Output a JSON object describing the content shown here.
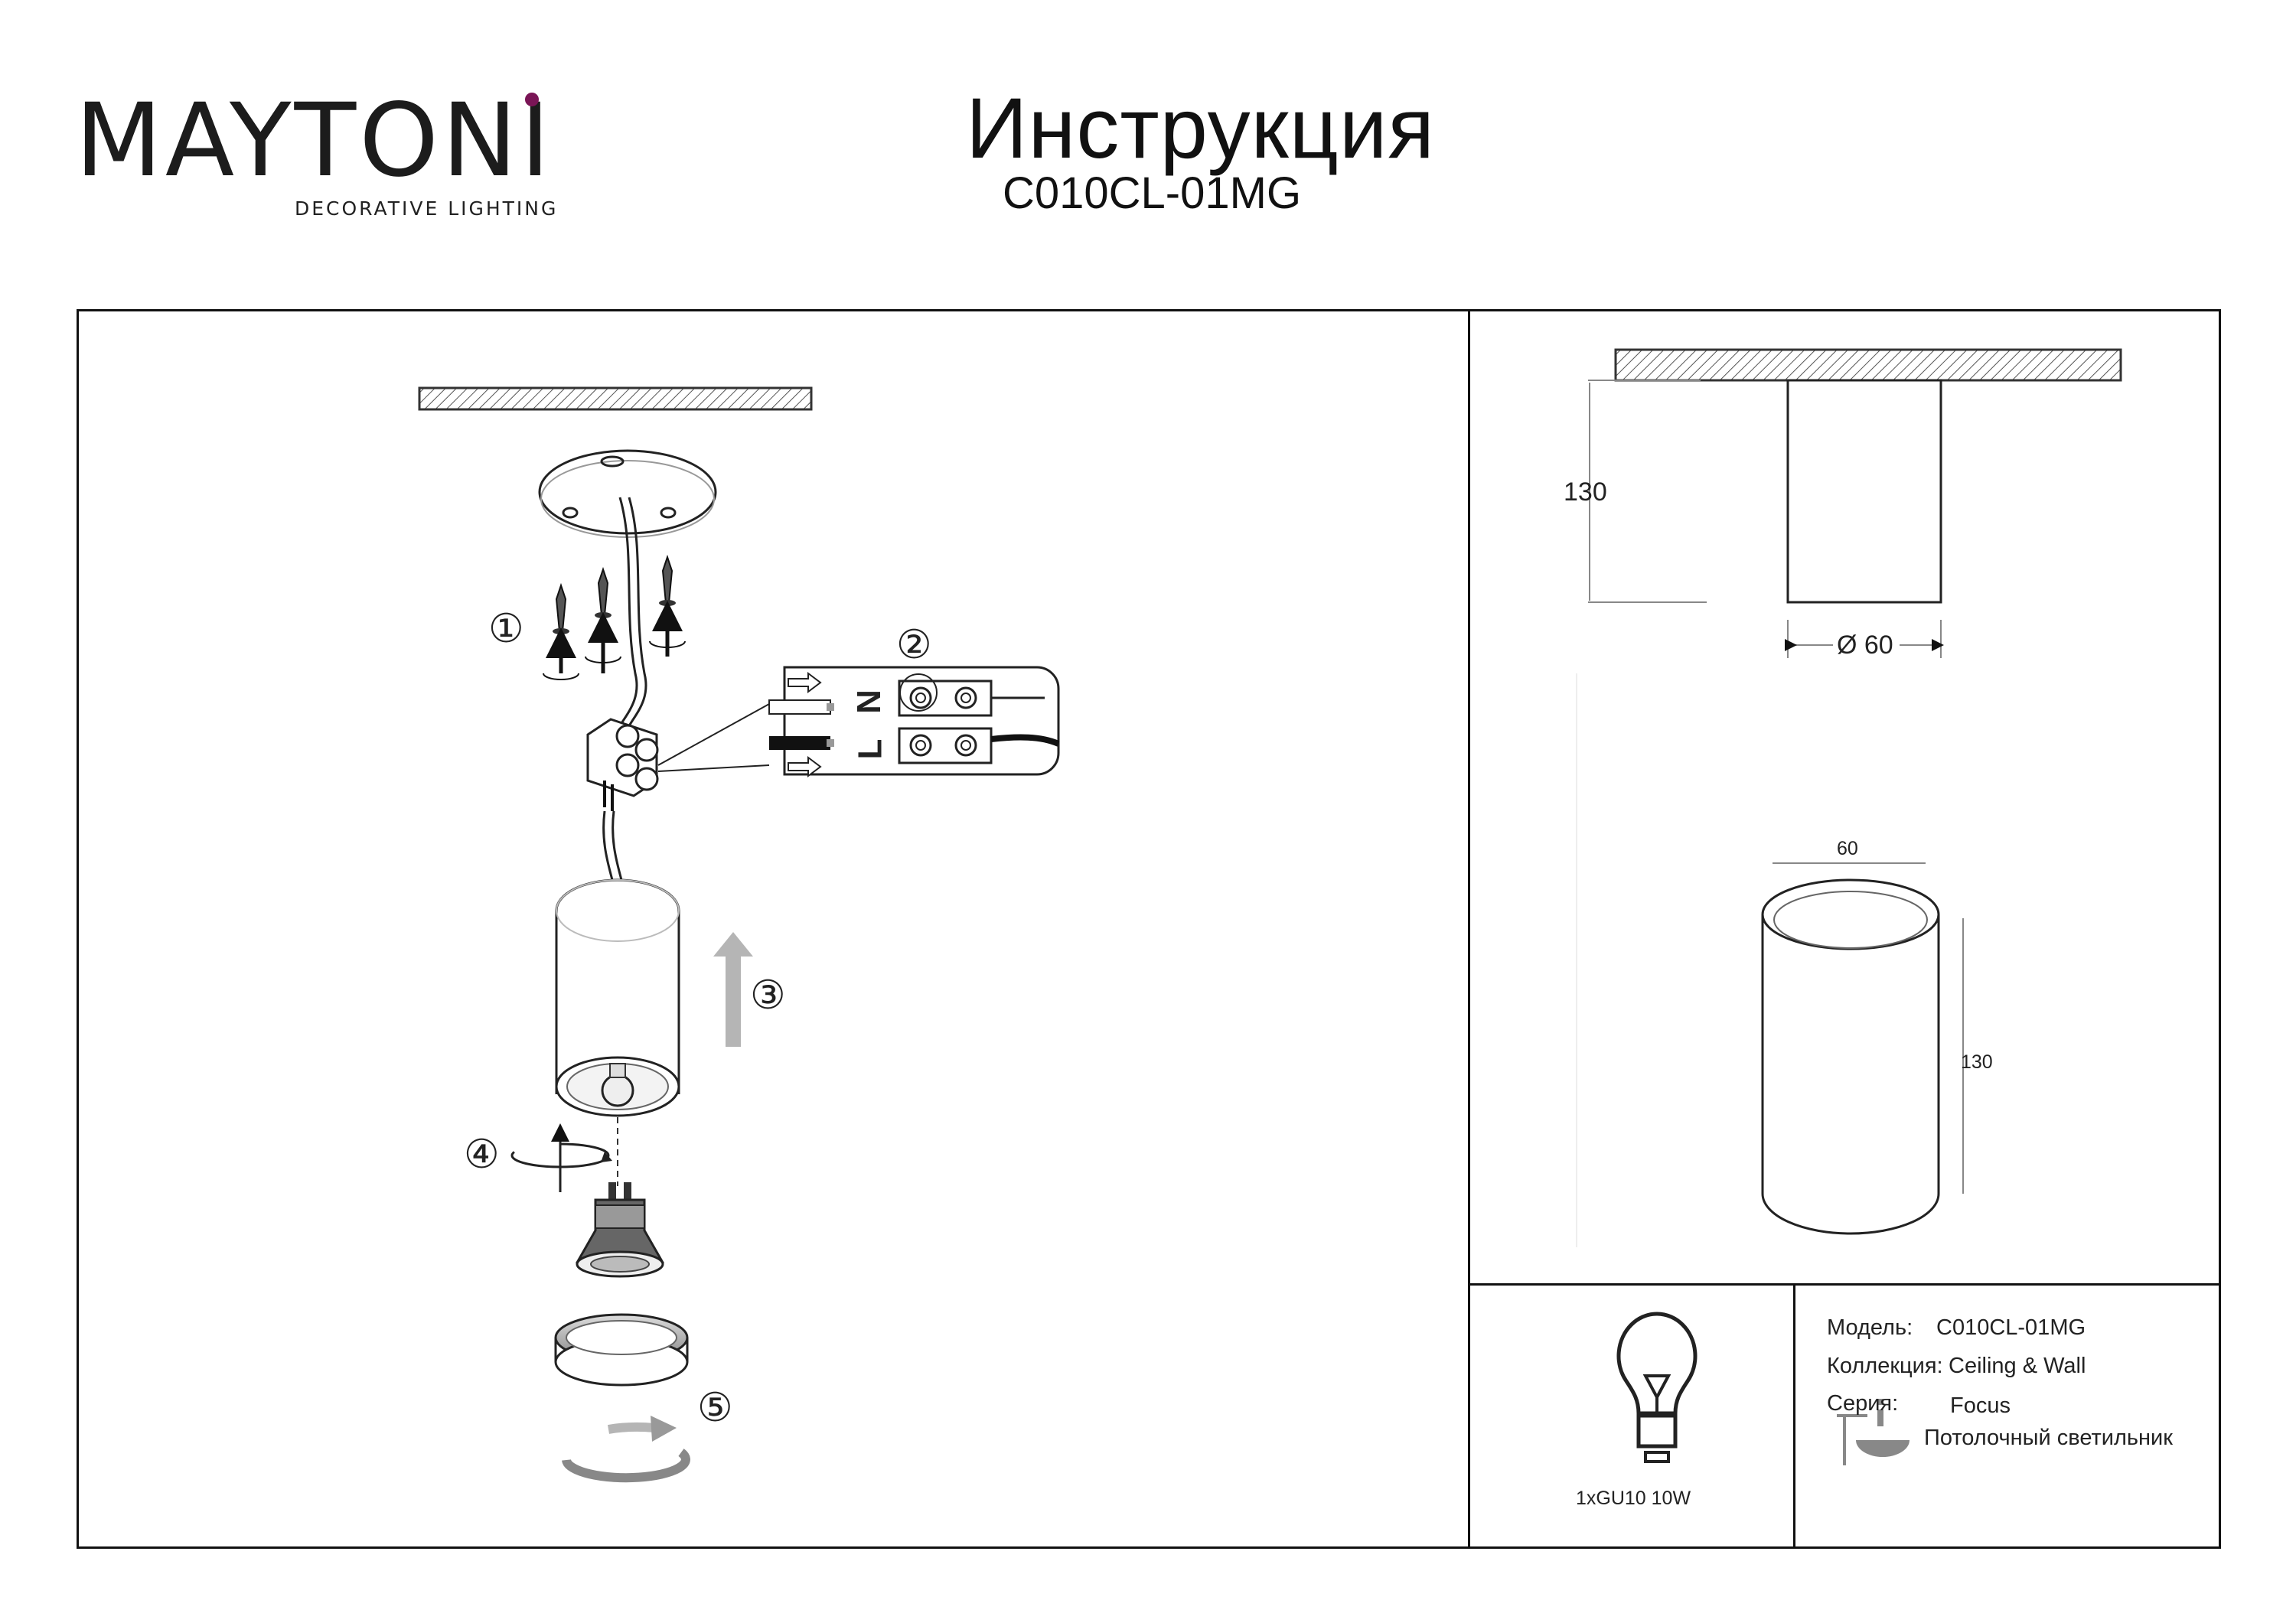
{
  "header": {
    "brand": "MAYTONI",
    "brand_tagline": "DECORATIVE LIGHTING",
    "title": "Инструкция",
    "model_code": "C010CL-01MG"
  },
  "assembly": {
    "steps": [
      "①",
      "②",
      "③",
      "④",
      "⑤"
    ],
    "wiring": {
      "neutral": "N",
      "live": "L"
    }
  },
  "dimensions": {
    "height_top": "130",
    "diameter_top": "Ø 60",
    "width_bottom": "60",
    "height_bottom": "130"
  },
  "lamp": {
    "spec": "1xGU10 10W"
  },
  "specs": {
    "model_label": "Модель:",
    "model_value": "C010CL-01MG",
    "collection_label": "Коллекция:",
    "collection_value": "Ceiling & Wall",
    "series_label": "Серия:",
    "series_value": "Focus",
    "type_value": "Потолочный светильник"
  },
  "colors": {
    "brand_accent": "#7a1556",
    "line": "#111111",
    "arrow_gray": "#b5b5b5"
  },
  "icons": [
    "screw-icon",
    "rotate-arrow-icon",
    "up-arrow-icon",
    "bulb-icon",
    "ceiling-lamp-icon"
  ]
}
